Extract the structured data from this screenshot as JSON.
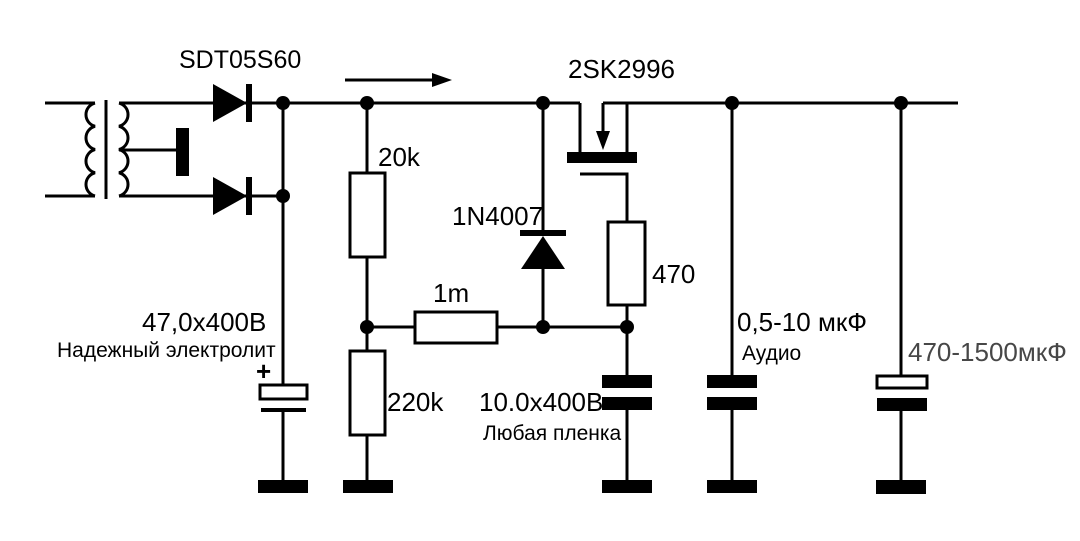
{
  "colors": {
    "background": "#ffffff",
    "line": "#000000",
    "muted_label": "#474747"
  },
  "components": {
    "rectifier": {
      "label": "SDT05S60"
    },
    "mosfet": {
      "label": "2SK2996"
    },
    "r_20k": {
      "label": "20k"
    },
    "r_220k": {
      "label": "220k"
    },
    "r_1m": {
      "label": "1m"
    },
    "r_470": {
      "label": "470"
    },
    "d_1n4007": {
      "label": "1N4007"
    },
    "cap_input": {
      "label": "47,0x400В",
      "note": "Надежный электролит",
      "polarity_mark": "+"
    },
    "cap_film": {
      "label": "10.0x400В",
      "note": "Любая пленка"
    },
    "cap_audio": {
      "label": "0,5-10 мкФ",
      "note": "Аудио"
    },
    "cap_output": {
      "label": "470-1500мкФ"
    }
  }
}
